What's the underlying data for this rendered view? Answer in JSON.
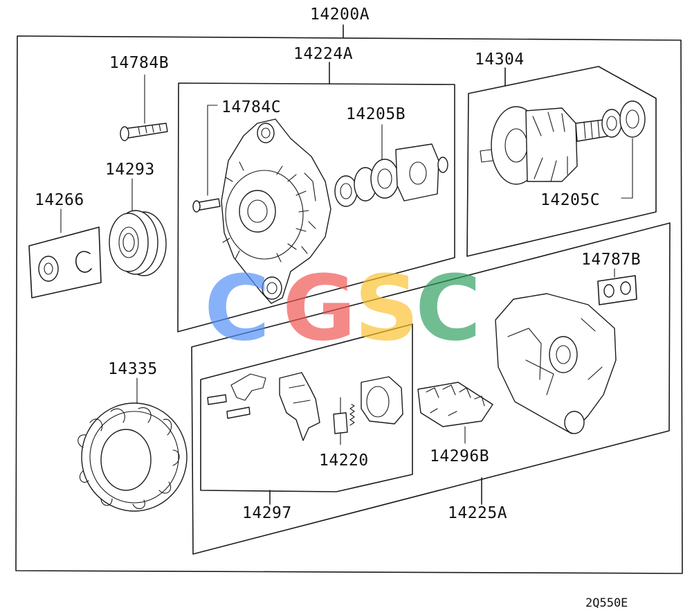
{
  "diagram": {
    "assembly_label": "14200A",
    "parts": {
      "bolt": "14784B",
      "front_housing_assembly": "14224A",
      "rotor": "14304",
      "screw": "14784C",
      "front_bearing": "14205B",
      "rear_bearing": "14205C",
      "spacer_set": "14266",
      "pulley": "14293",
      "insulator_kit": "14787B",
      "stator": "14335",
      "brush_holder": "14220",
      "regulator_assembly": "14297",
      "diode_assembly": "14296B",
      "rear_housing_assembly": "14225A"
    },
    "drawing_code": "2Q550E"
  },
  "watermark": {
    "letters": [
      "C",
      "G",
      "S",
      "C"
    ],
    "colors": [
      "#4f8ef7",
      "#ef5350",
      "#fbc02d",
      "#2e9e5e"
    ]
  }
}
